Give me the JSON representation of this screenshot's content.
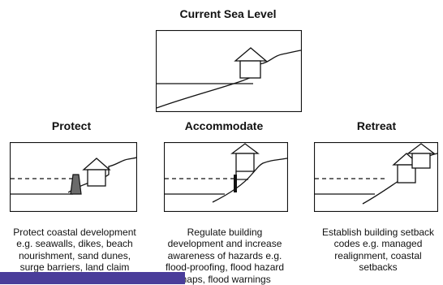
{
  "diagram": {
    "main_title": "Current Sea Level",
    "panels": [
      {
        "title": "Protect",
        "description_lines": [
          "Protect coastal development",
          "e.g. seawalls, dikes, beach",
          "nourishment, sand dunes,",
          "surge barriers, land claim"
        ]
      },
      {
        "title": "Accommodate",
        "description_lines": [
          "Regulate building",
          "development and increase",
          "awareness of hazards e.g.",
          "flood-proofing, flood hazard",
          "maps, flood warnings"
        ]
      },
      {
        "title": "Retreat",
        "description_lines": [
          "Establish building setback",
          "codes e.g. managed",
          "realignment, coastal",
          "setbacks"
        ]
      }
    ]
  },
  "colors": {
    "line": "#111111",
    "seawall_fill": "#6b6b6b",
    "overlay_bar": "#4a3d9a"
  },
  "icons": {
    "house": "house-icon"
  }
}
